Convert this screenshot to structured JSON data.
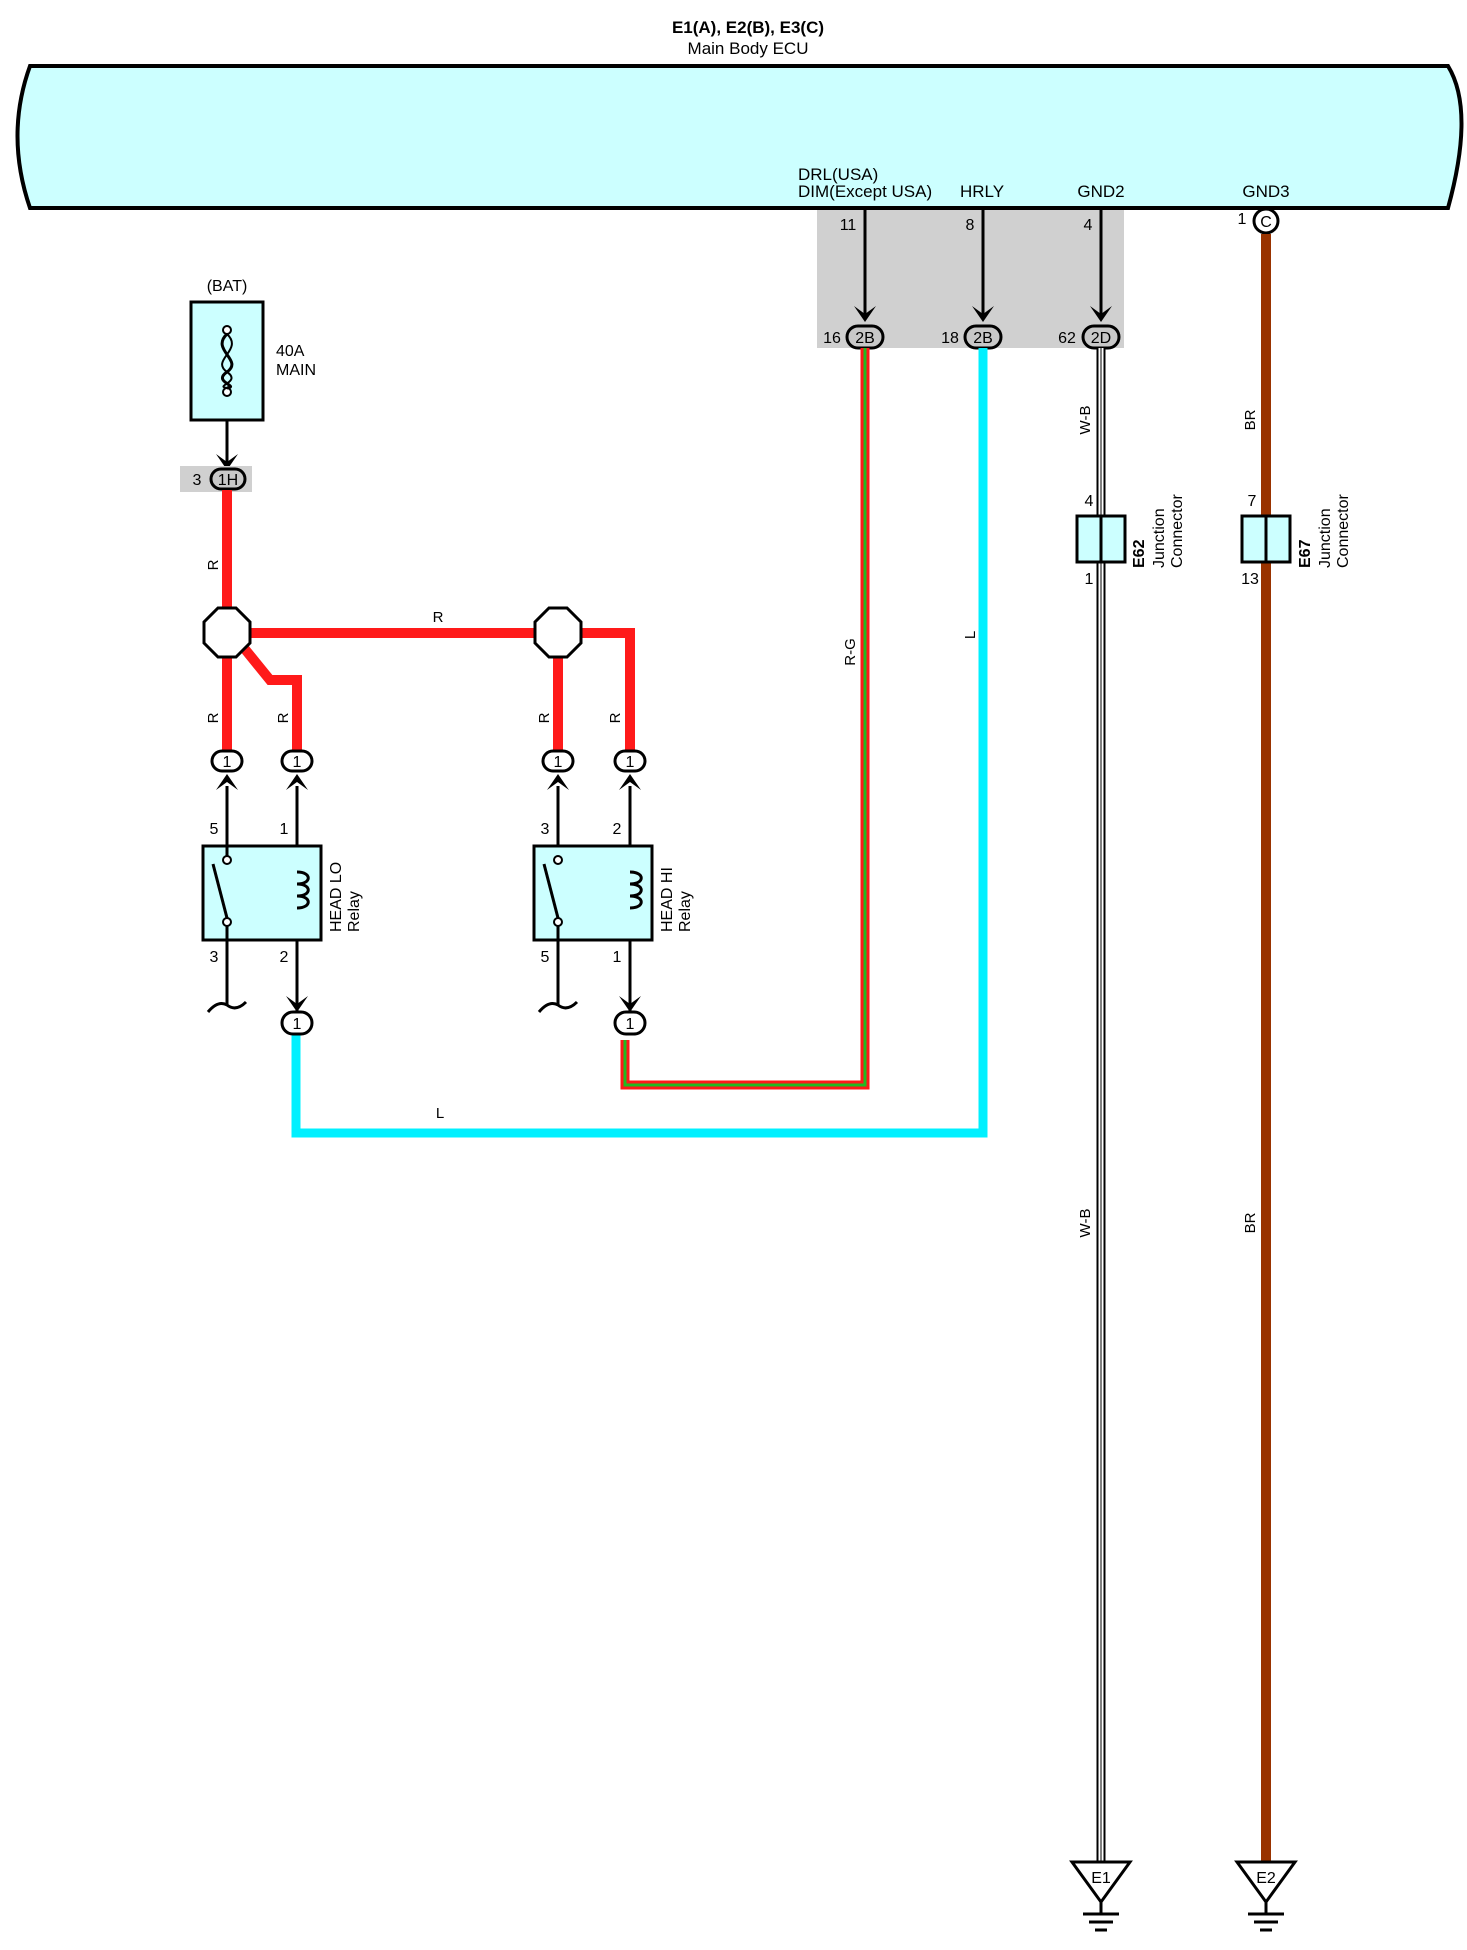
{
  "ecu": {
    "title": "E1(A), E2(B), E3(C)",
    "name": "Main Body ECU",
    "terminals": [
      {
        "id": "drl",
        "label_line1": "DRL(USA)",
        "label_line2": "DIM(Except USA)",
        "ecu_pin": "11",
        "conn_pin": "16",
        "conn": "2B",
        "wire": "R-G"
      },
      {
        "id": "hrly",
        "label_line1": "HRLY",
        "ecu_pin": "8",
        "conn_pin": "18",
        "conn": "2B",
        "wire": "L"
      },
      {
        "id": "gnd2",
        "label_line1": "GND2",
        "ecu_pin": "4",
        "conn_pin": "62",
        "conn": "2D",
        "wire": "W-B"
      },
      {
        "id": "gnd3",
        "label_line1": "GND3",
        "ecu_pin": "1",
        "conn": "C",
        "wire": "BR"
      }
    ]
  },
  "fuse": {
    "source": "(BAT)",
    "rating": "40A",
    "name": "MAIN",
    "conn_pin": "3",
    "conn": "1H"
  },
  "wires": {
    "r": "R",
    "rg": "R-G",
    "l": "L",
    "wb": "W-B",
    "br": "BR"
  },
  "relays": [
    {
      "id": "lo",
      "name_line1": "HEAD LO",
      "name_line2": "Relay",
      "pins": [
        "5",
        "1",
        "3",
        "2"
      ],
      "conn_label": "1"
    },
    {
      "id": "hi",
      "name_line1": "HEAD HI",
      "name_line2": "Relay",
      "pins": [
        "3",
        "2",
        "5",
        "1"
      ],
      "conn_label": "1"
    }
  ],
  "junctions": [
    {
      "id": "E62",
      "line1": "Junction",
      "line2": "Connector",
      "pin_top": "4",
      "pin_bottom": "1"
    },
    {
      "id": "E67",
      "line1": "Junction",
      "line2": "Connector",
      "pin_top": "7",
      "pin_bottom": "13"
    }
  ],
  "grounds": [
    {
      "id": "E1"
    },
    {
      "id": "E2"
    }
  ],
  "colors": {
    "ecu_fill": "#ccffff",
    "wire_red": "#ff1a1a",
    "wire_blue": "#00f0ff",
    "wire_brown": "#993300",
    "wire_green": "#22bb22",
    "shade": "#d0d0d0"
  }
}
